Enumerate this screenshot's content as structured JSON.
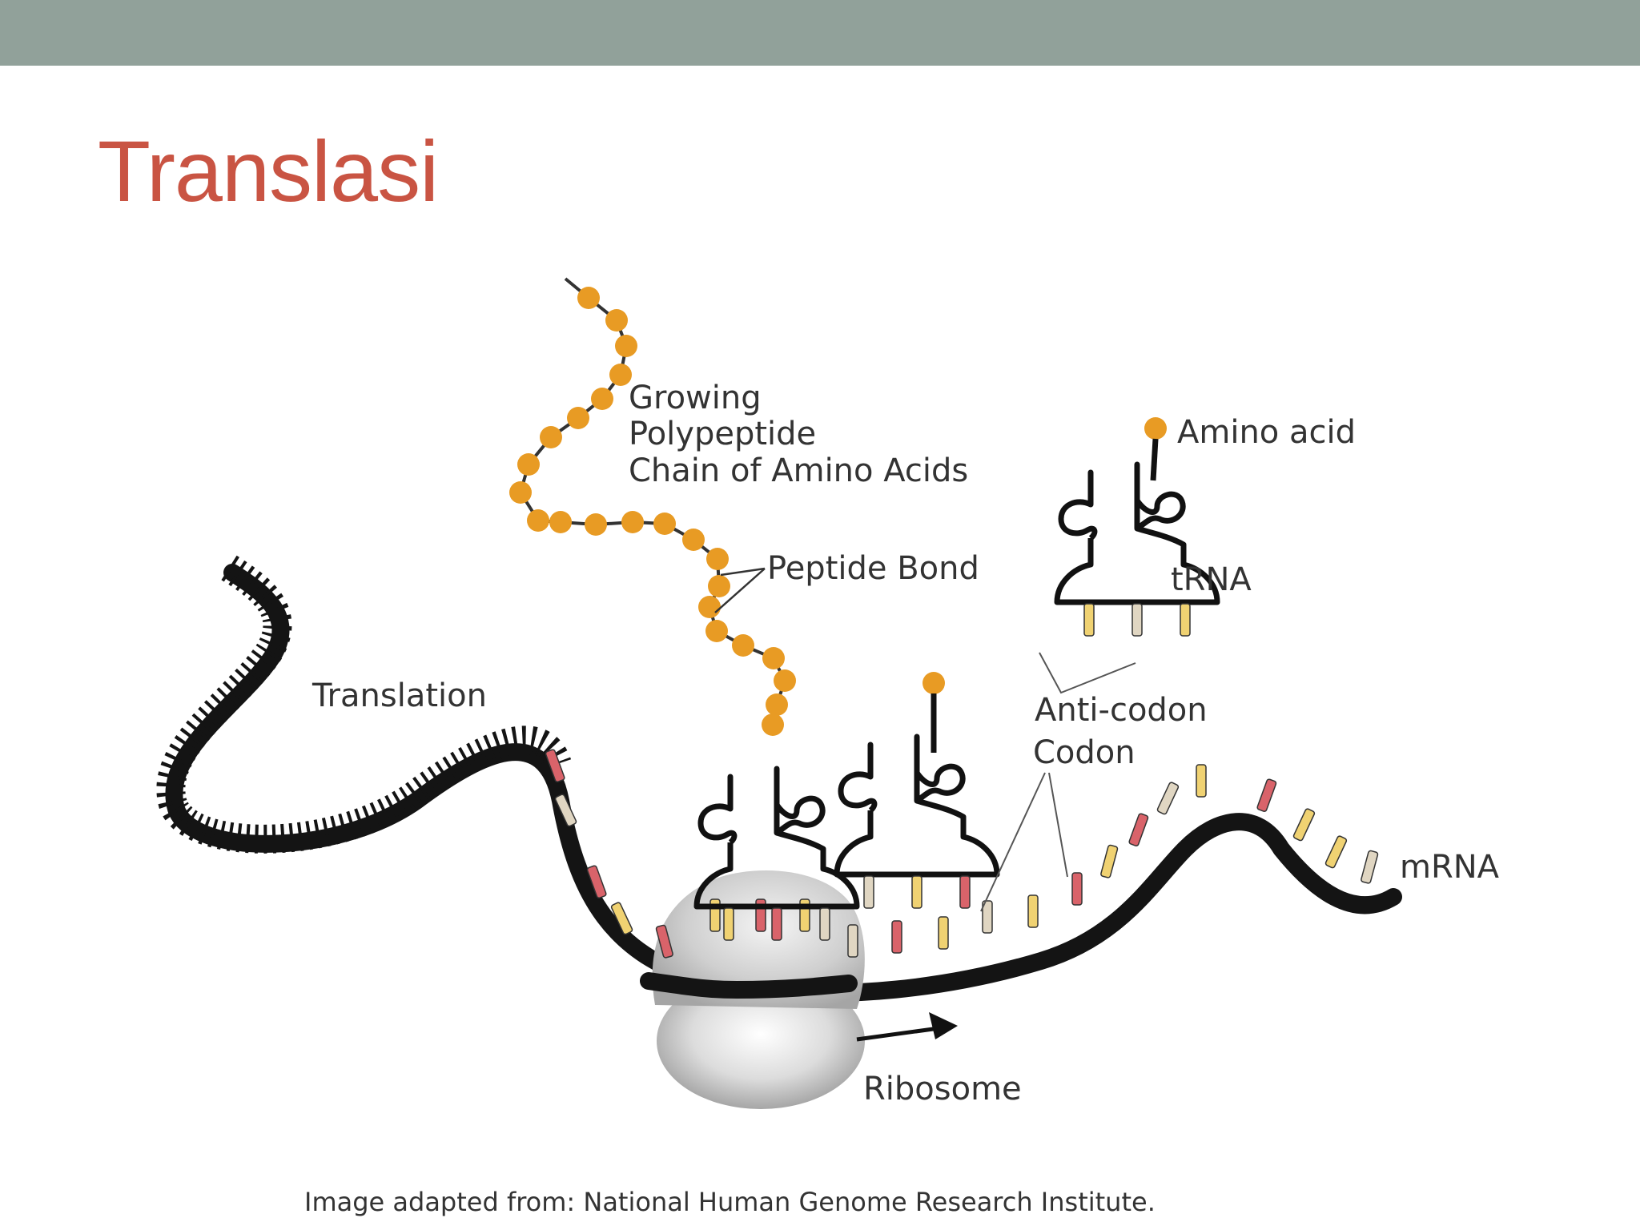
{
  "slide": {
    "title": "Translasi"
  },
  "diagram": {
    "labels": {
      "growing_line1": "Growing",
      "growing_line2": "Polypeptide",
      "growing_line3": "Chain of Amino Acids",
      "peptide_bond": "Peptide Bond",
      "amino_acid": "Amino acid",
      "trna": "tRNA",
      "translation": "Translation",
      "anticodon": "Anti-codon",
      "codon": "Codon",
      "mrna": "mRNA",
      "ribosome": "Ribosome"
    },
    "credit": "Image adapted from: National Human Genome Research Institute."
  },
  "colors": {
    "top_bar": "#91a19a",
    "title": "#c95443",
    "amino_acid": "#e89b24",
    "codon_red": "#d9636a",
    "codon_yellow": "#f0d272",
    "codon_beige": "#e0d6c2"
  }
}
